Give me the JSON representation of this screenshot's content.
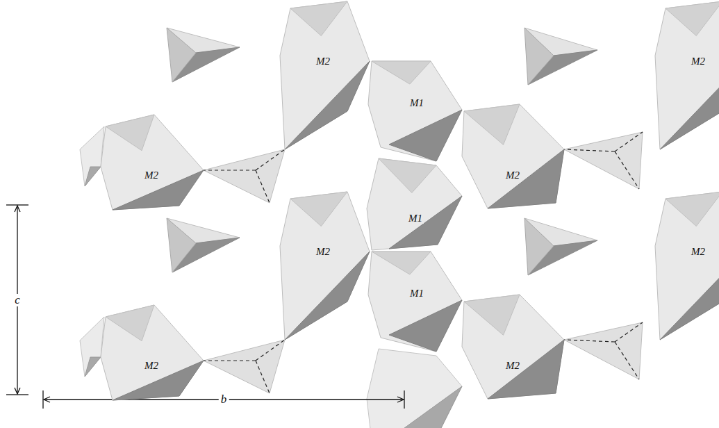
{
  "diagram": {
    "nodes": [
      {
        "text": [
          "M2"
        ]
      },
      {
        "text": [
          "M2"
        ]
      },
      {
        "text": [
          "M1"
        ]
      },
      {
        "text": [
          "M2"
        ]
      },
      {
        "text": [
          "M2"
        ]
      },
      {
        "text": [
          "M1"
        ]
      },
      {
        "text": [
          "M2"
        ]
      },
      {
        "text": [
          "M2"
        ]
      },
      {
        "text": [
          "M1"
        ]
      },
      {
        "text": [
          "M2"
        ]
      },
      {
        "text": [
          "M2"
        ]
      }
    ],
    "labels": [
      "c",
      "b"
    ]
  }
}
